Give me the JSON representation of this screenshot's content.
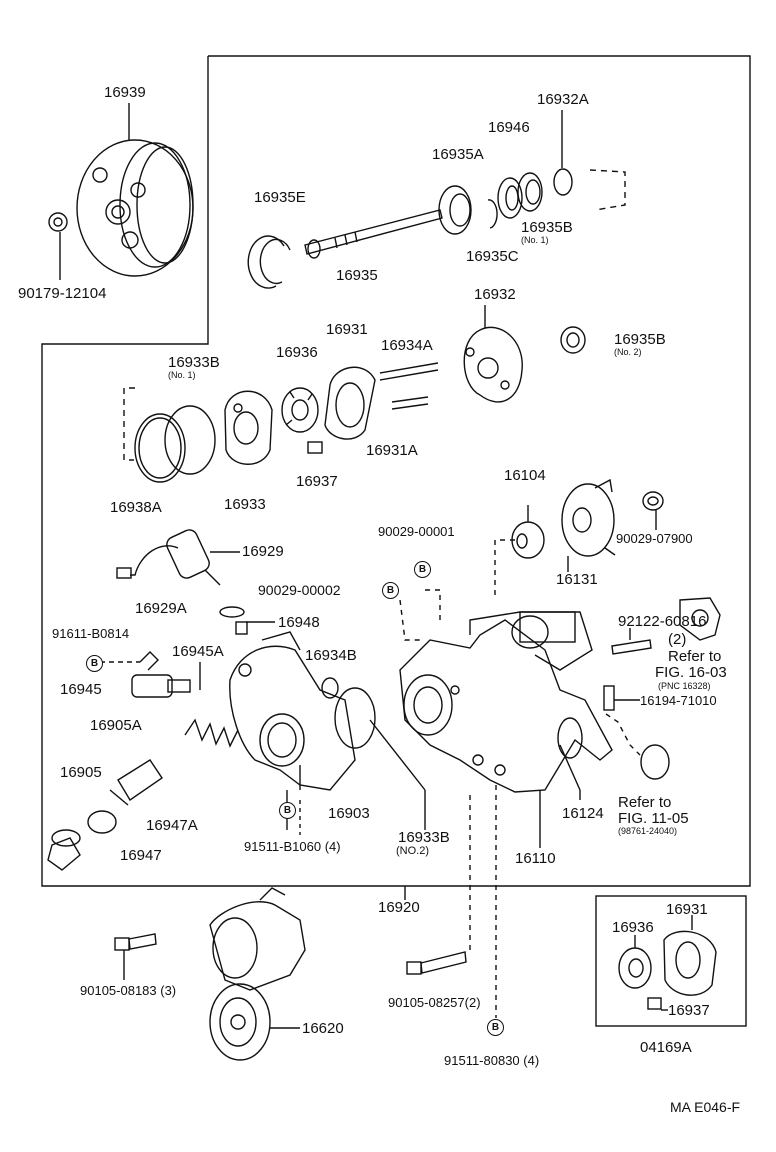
{
  "labels": {
    "p16939": "16939",
    "p90179": "90179-12104",
    "p16932A": "16932A",
    "p16946": "16946",
    "p16935A": "16935A",
    "p16935E": "16935E",
    "p16935B1": "16935B",
    "no1_a": "(No. 1)",
    "p16935C": "16935C",
    "p16935": "16935",
    "p16932": "16932",
    "p16931": "16931",
    "p16934A": "16934A",
    "p16936": "16936",
    "p16933B1": "16933B",
    "no1_b": "(No. 1)",
    "p16935B2": "16935B",
    "no2_a": "(No. 2)",
    "p16931A": "16931A",
    "p16937": "16937",
    "p16938A": "16938A",
    "p16933": "16933",
    "p16104": "16104",
    "p90029_01": "90029-00001",
    "p90029_079": "90029-07900",
    "p16131": "16131",
    "p16929": "16929",
    "p90029_02": "90029-00002",
    "p16929A": "16929A",
    "p16948": "16948",
    "p92122": "92122-60816",
    "q2": "(2)",
    "refer1": "Refer to",
    "fig1603": "FIG. 16-03",
    "pnc": "(PNC 16328)",
    "p91611": "91611-B0814",
    "p16945A": "16945A",
    "p16934B": "16934B",
    "p16945": "16945",
    "p16194": "16194-71010",
    "p16905A": "16905A",
    "p16905": "16905",
    "refer2": "Refer to",
    "fig1105": "FIG. 11-05",
    "p98761": "(98761-24040)",
    "p16124": "16124",
    "p16947A": "16947A",
    "p16903": "16903",
    "p16933B2": "16933B",
    "no2_b": "(NO.2)",
    "p16947": "16947",
    "p91511_610": "91511-B1060 (4)",
    "p16110": "16110",
    "p16920": "16920",
    "p16931_box": "16931",
    "p16936_box": "16936",
    "p90105_183": "90105-08183 (3)",
    "p90105_257": "90105-08257(2)",
    "p16937_box": "16937",
    "p16620": "16620",
    "p04169A": "04169A",
    "p91511_830": "91511-80830 (4)",
    "footer": "MA E046-F"
  },
  "marks": {
    "b": "B"
  }
}
